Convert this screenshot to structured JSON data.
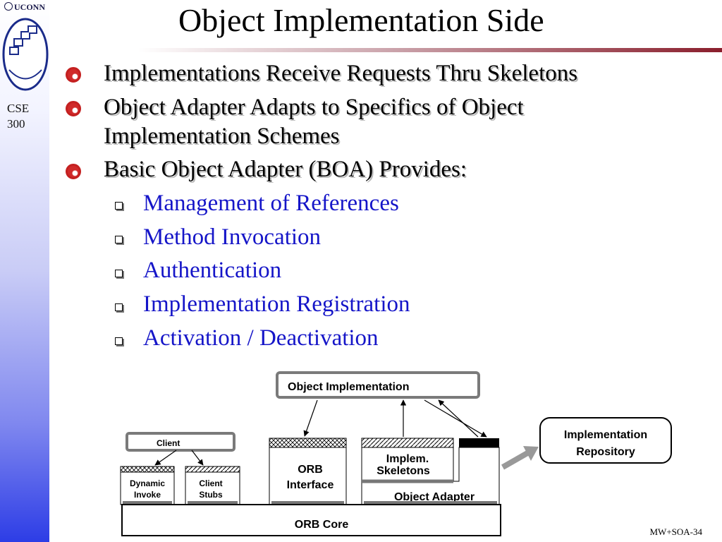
{
  "header": {
    "uconn": "UCONN",
    "course_line1": "CSE",
    "course_line2": "300",
    "title": "Object Implementation Side"
  },
  "bullets": [
    {
      "text": "Implementations Receive Requests Thru Skeletons"
    },
    {
      "line1": "Object Adapter Adapts to Specifics of Object",
      "line2": "Implementation Schemes"
    },
    {
      "text": "Basic Object Adapter (BOA) Provides:"
    }
  ],
  "sub_bullets": [
    "Management of References",
    "Method Invocation",
    "Authentication",
    "Implementation Registration",
    "Activation / Deactivation"
  ],
  "diagram": {
    "object_implementation": "Object Implementation",
    "client": "Client",
    "dynamic_invoke_1": "Dynamic",
    "dynamic_invoke_2": "Invoke",
    "client_stubs_1": "Client",
    "client_stubs_2": "Stubs",
    "orb_interface_1": "ORB",
    "orb_interface_2": "Interface",
    "skeletons_1": "Implem.",
    "skeletons_2": "Skeletons",
    "object_adapter": "Object Adapter",
    "orb_core": "ORB Core",
    "repository_1": "Implementation",
    "repository_2": "Repository"
  },
  "footer": "MW+SOA-34",
  "colors": {
    "accent": "#8a1e2c",
    "sub_text": "#1515c8",
    "bullet": "#c42020"
  }
}
